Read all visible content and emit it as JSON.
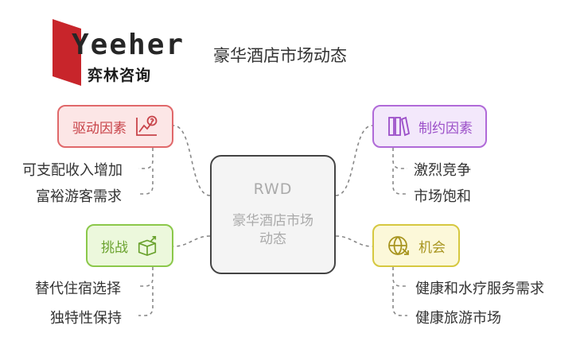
{
  "brand": {
    "wordmark": "Yeeher",
    "cn_name": "弈林咨询",
    "accent": "#c8252b"
  },
  "title": "豪华酒店市场动态",
  "center": {
    "code": "RWD",
    "label": "豪华酒店市场动态"
  },
  "drivers": {
    "label": "驱动因素",
    "color": "#e0686a",
    "icon": "chart-question-icon",
    "items": [
      "可支配收入增加",
      "富裕游客需求"
    ]
  },
  "constraints": {
    "label": "制约因素",
    "color": "#b06ad8",
    "icon": "books-icon",
    "items": [
      "激烈竞争",
      "市场饱和"
    ]
  },
  "challenges": {
    "label": "挑战",
    "color": "#8bc84a",
    "icon": "box-arrow-icon",
    "items": [
      "替代住宿选择",
      "独特性保持"
    ]
  },
  "opportunities": {
    "label": "机会",
    "color": "#d6c840",
    "icon": "globe-icon",
    "items": [
      "健康和水疗服务需求",
      "健康旅游市场"
    ]
  }
}
